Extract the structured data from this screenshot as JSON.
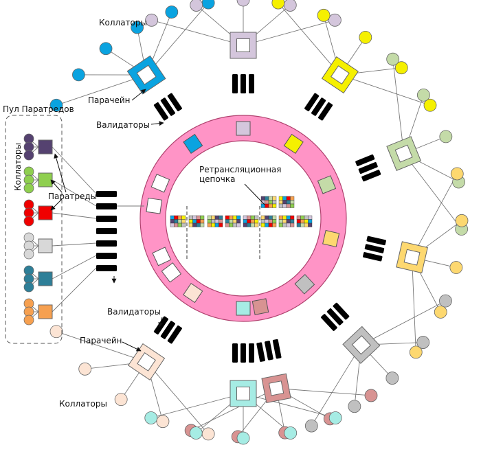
{
  "labels": {
    "collators": "Коллаторы",
    "parachain": "Парачейн",
    "validators": "Валидаторы",
    "relay_chain_line1": "Ретрансляционная",
    "relay_chain_line2": "цепочка",
    "parathread_pool": "Пул Паратредов",
    "parathreads": "Паратреды"
  },
  "colors": {
    "ring": "#ff94c6",
    "ring_stroke": "#b0426f",
    "validator": "#000000"
  },
  "parachains": [
    {
      "id": "blue",
      "color": "#0aa3e0",
      "collators": 6
    },
    {
      "id": "lilac",
      "color": "#d4c6dc",
      "collators": 5
    },
    {
      "id": "yellow",
      "color": "#f5f000",
      "collators": 5
    },
    {
      "id": "sage",
      "color": "#c4dba8",
      "collators": 5
    },
    {
      "id": "gold",
      "color": "#fdd870",
      "collators": 5
    },
    {
      "id": "gray",
      "color": "#c0c0c0",
      "collators": 5
    },
    {
      "id": "rose",
      "color": "#d89392",
      "collators": 5
    },
    {
      "id": "aqua",
      "color": "#a6ece4",
      "collators": 5
    },
    {
      "id": "peach",
      "color": "#fce4d4",
      "collators": 5
    }
  ],
  "parathread_pool": {
    "items": [
      {
        "id": "purple",
        "color": "#554270"
      },
      {
        "id": "green",
        "color": "#8fcf4f"
      },
      {
        "id": "red",
        "color": "#f00000"
      },
      {
        "id": "lightgray",
        "color": "#d8d8d8"
      },
      {
        "id": "teal",
        "color": "#2e7f98"
      },
      {
        "id": "orange",
        "color": "#f6a050"
      }
    ]
  }
}
